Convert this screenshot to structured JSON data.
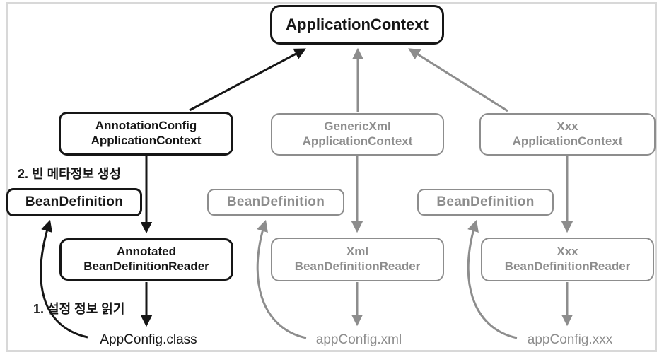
{
  "diagram": {
    "root_label": "ApplicationContext",
    "annotations": {
      "step2": "2. 빈 메타정보 생성",
      "step1": "1. 설정 정보 읽기"
    },
    "columns": [
      {
        "state": "active",
        "context_line1": "AnnotationConfig",
        "context_line2": "ApplicationContext",
        "bean_definition": "BeanDefinition",
        "reader_line1": "Annotated",
        "reader_line2": "BeanDefinitionReader",
        "config_source": "AppConfig.class"
      },
      {
        "state": "inactive",
        "context_line1": "GenericXml",
        "context_line2": "ApplicationContext",
        "bean_definition": "BeanDefinition",
        "reader_line1": "Xml",
        "reader_line2": "BeanDefinitionReader",
        "config_source": "appConfig.xml"
      },
      {
        "state": "inactive",
        "context_line1": "Xxx",
        "context_line2": "ApplicationContext",
        "bean_definition": "BeanDefinition",
        "reader_line1": "Xxx",
        "reader_line2": "BeanDefinitionReader",
        "config_source": "appConfig.xxx"
      }
    ],
    "colors": {
      "active": "#161616",
      "inactive": "#8d8d8d",
      "frame": "#d8d8d8"
    }
  }
}
